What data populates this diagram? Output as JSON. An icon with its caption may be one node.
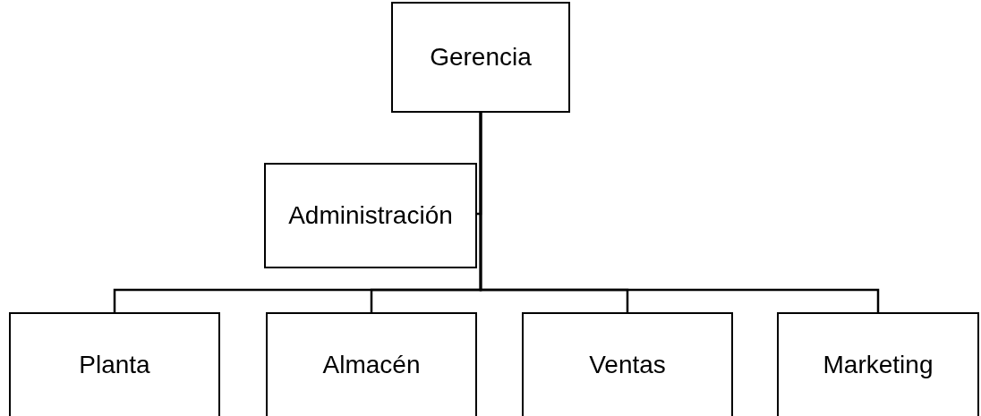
{
  "diagram": {
    "nodes": [
      {
        "text": [
          "Gerencia"
        ]
      },
      {
        "text": [
          "Administración"
        ]
      },
      {
        "text": [
          "Planta"
        ]
      },
      {
        "text": [
          "Almacén"
        ]
      },
      {
        "text": [
          "Ventas"
        ]
      },
      {
        "text": [
          "Marketing"
        ]
      }
    ],
    "edges": [
      {
        "from": 0,
        "to": 1,
        "arrow": "none"
      },
      {
        "from": 0,
        "to": 2,
        "arrow": "none"
      },
      {
        "from": 0,
        "to": 3,
        "arrow": "none"
      },
      {
        "from": 0,
        "to": 4,
        "arrow": "none"
      },
      {
        "from": 0,
        "to": 5,
        "arrow": "none"
      }
    ]
  }
}
